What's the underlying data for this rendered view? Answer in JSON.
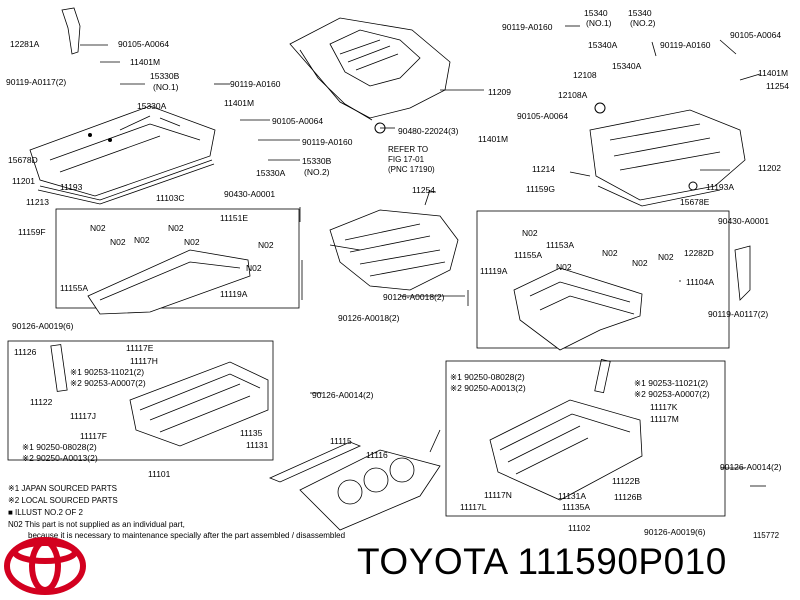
{
  "brand_title": "TOYOTA 111590P010",
  "page_code": "115772",
  "refer_note": [
    "REFER TO",
    "FIG 17-01",
    "(PNC 17190)"
  ],
  "notes": [
    "※1 JAPAN SOURCED PARTS",
    "※2 LOCAL SOURCED PARTS",
    "■  ILLUST NO.2 OF 2",
    "N02 This part is not supplied as an individual part,",
    "because it is necessary to maintenance specially after the part assembled / disassembled"
  ],
  "labels": {
    "l_12281A": "12281A",
    "l_90105A0064_a": "90105-A0064",
    "l_11401M_a": "11401M",
    "l_90119A0117_a": "90119-A0117(2)",
    "l_15330B_no1": "15330B",
    "l_no1_a": "(NO.1)",
    "l_90119A0160_a": "90119-A0160",
    "l_15330A_a": "15330A",
    "l_11401M_b": "11401M",
    "l_90105A0064_b": "90105-A0064",
    "l_90119A0160_b": "90119-A0160",
    "l_15678D": "15678D",
    "l_15330A_b": "15330A",
    "l_15330B_no2": "15330B",
    "l_no2_a": "(NO.2)",
    "l_11201": "11201",
    "l_11193": "11193",
    "l_11213": "11213",
    "l_11103C": "11103C",
    "l_90430A0001_a": "90430-A0001",
    "l_11151E": "11151E",
    "l_11159F": "11159F",
    "l_N02_a1": "N02",
    "l_N02_a2": "N02",
    "l_N02_a3": "N02",
    "l_N02_a4": "N02",
    "l_N02_a5": "N02",
    "l_N02_a6": "N02",
    "l_N02_a7": "N02",
    "l_11155A": "11155A",
    "l_11119A_a": "11119A",
    "l_90126A0019_a": "90126-A0019(6)",
    "l_90126A0018_a": "90126-A0018(2)",
    "l_11126": "11126",
    "l_11117E": "11117E",
    "l_11117H": "11117H",
    "l_90253_a": "※1 90253-11021(2)",
    "l_90250_a": "※2 90253-A0007(2)",
    "l_11122": "11122",
    "l_11117J": "11117J",
    "l_90126A0014_a": "90126-A0014(2)",
    "l_11117F": "11117F",
    "l_11135": "11135",
    "l_90250_08028_a": "※1 90250-08028(2)",
    "l_90250_A0013_a": "※2 90250-A0013(2)",
    "l_11131": "11131",
    "l_11101": "11101",
    "l_11209": "11209",
    "l_90480": "90480-22024(3)",
    "l_11254_a": "11254",
    "l_11115": "11115",
    "l_11116": "11116",
    "l_90119A0160_c": "90119-A0160",
    "l_15340_no1": "15340",
    "l_no1_b": "(NO.1)",
    "l_15340_no2": "15340",
    "l_no2_b": "(NO.2)",
    "l_90105A0064_c": "90105-A0064",
    "l_15340A_a": "15340A",
    "l_90119A0160_d": "90119-A0160",
    "l_15340A_b": "15340A",
    "l_11401M_c": "11401M",
    "l_12108": "12108",
    "l_11254_b": "11254",
    "l_12108A": "12108A",
    "l_90105A0064_d": "90105-A0064",
    "l_11401M_d": "11401M",
    "l_11202": "11202",
    "l_11214": "11214",
    "l_11193A": "11193A",
    "l_11159G": "11159G",
    "l_15678E": "15678E",
    "l_90430A0001_b": "90430-A0001",
    "l_N02_b1": "N02",
    "l_11153A": "11153A",
    "l_11155A_b": "11155A",
    "l_N02_b2": "N02",
    "l_11119A_b": "11119A",
    "l_N02_b3": "N02",
    "l_N02_b4": "N02",
    "l_N02_b5": "N02",
    "l_12282D": "12282D",
    "l_11104A": "11104A",
    "l_90126A0018_b": "90126-A0018(2)",
    "l_90119A0117_b": "90119-A0117(2)",
    "l_90250_08028_b": "※1 90250-08028(2)",
    "l_90250_A0013_b": "※2 90250-A0013(2)",
    "l_90253_b": "※1 90253-11021(2)",
    "l_90253_c": "※2 90253-A0007(2)",
    "l_11117K": "11117K",
    "l_11117M": "11117M",
    "l_90126A0014_b": "90126-A0014(2)",
    "l_11117N": "11117N",
    "l_11131_b": "11131A",
    "l_11122B": "11122B",
    "l_11126B": "11126B",
    "l_11117L": "11117L",
    "l_11135A": "11135A",
    "l_11102": "11102",
    "l_90126A0019_b": "90126-A0019(6)"
  },
  "colors": {
    "logo": "#d3001f",
    "line": "#000000"
  },
  "logo_icon": "toyota-emblem-icon"
}
